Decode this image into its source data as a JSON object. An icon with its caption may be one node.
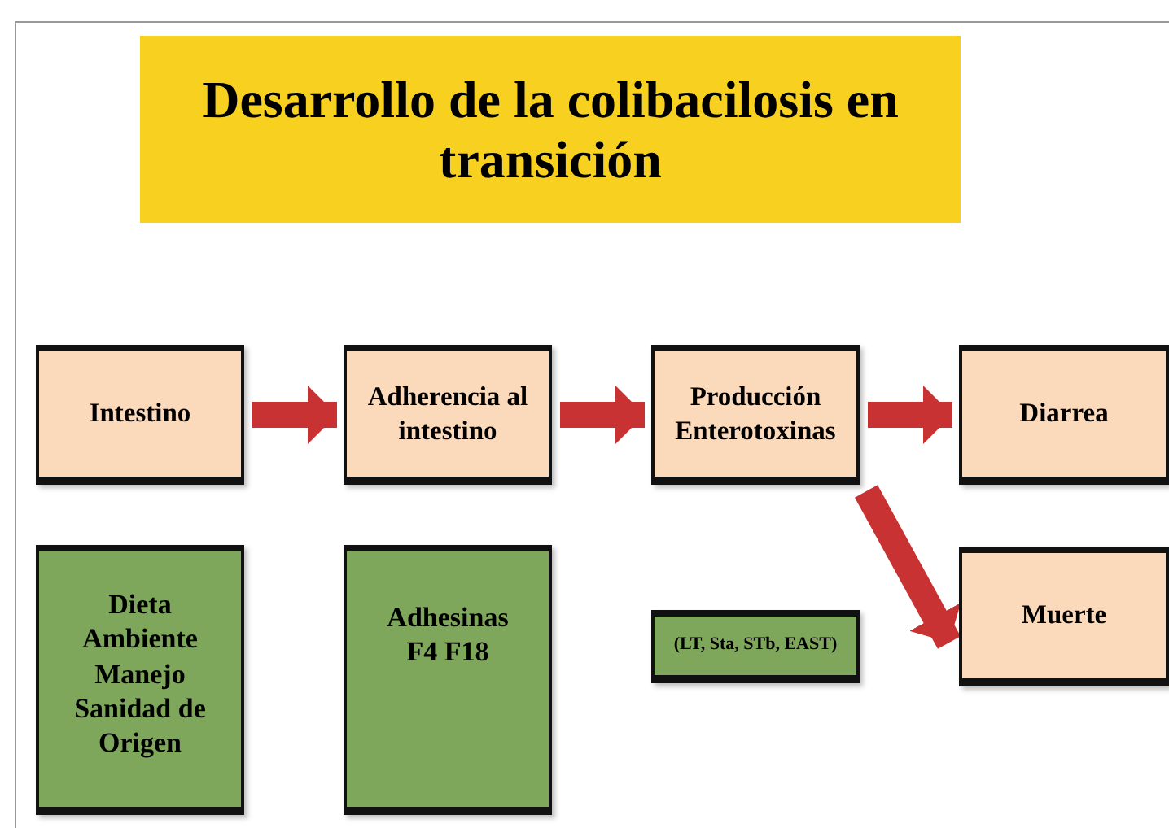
{
  "diagram": {
    "title": "Desarrollo de la colibacilosis en transición",
    "nodes": [
      {
        "text": [
          "Intestino"
        ]
      },
      {
        "text": [
          "Adherencia al intestino"
        ]
      },
      {
        "text": [
          "Producción Enterotoxinas"
        ]
      },
      {
        "text": [
          "Diarrea"
        ]
      },
      {
        "text": [
          "Muerte"
        ]
      },
      {
        "text": [
          "Dieta Ambiente Manejo Sanidad de Origen"
        ]
      },
      {
        "text": [
          "Adhesinas F4 F18"
        ]
      },
      {
        "text": [
          "(LT, Sta, STb, EAST)"
        ]
      }
    ],
    "edges": [
      {
        "from": 0,
        "to": 1,
        "arrow": "to"
      },
      {
        "from": 1,
        "to": 2,
        "arrow": "to"
      },
      {
        "from": 2,
        "to": 3,
        "arrow": "to"
      },
      {
        "from": 2,
        "to": 4,
        "arrow": "to"
      }
    ]
  }
}
